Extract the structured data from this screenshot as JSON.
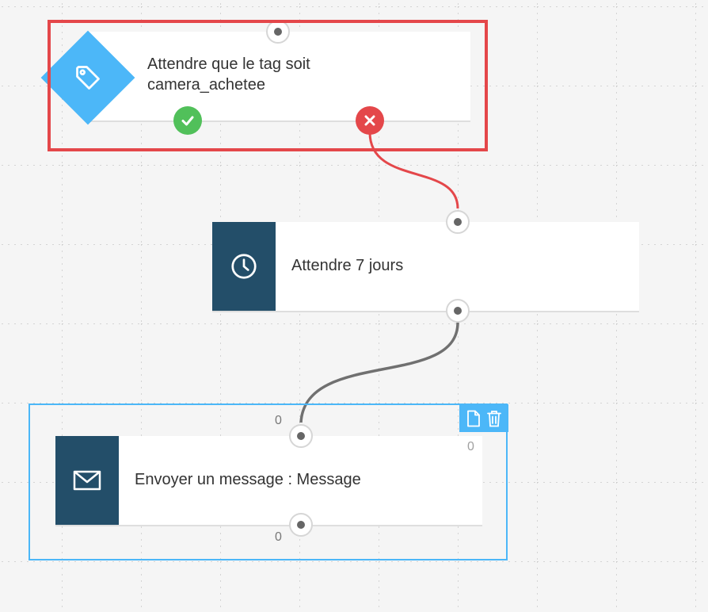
{
  "nodes": {
    "wait_tag": {
      "text": "Attendre que le tag soit camera_achetee",
      "icon": "tag-icon"
    },
    "wait_days": {
      "text": "Attendre 7 jours",
      "icon": "clock-icon"
    },
    "send_message": {
      "text": "Envoyer un message : Message",
      "icon": "envelope-icon",
      "count_in": "0",
      "count_out": "0",
      "count_side": "0"
    }
  },
  "connections": [
    {
      "from": "wait_tag.no",
      "to": "wait_days"
    },
    {
      "from": "wait_days",
      "to": "send_message"
    }
  ],
  "colors": {
    "background": "#f5f5f5",
    "diamond": "#4cb7f8",
    "icon_box": "#234e69",
    "highlight": "#e4474a",
    "selection": "#4cb7f8",
    "yes": "#51c05a",
    "no": "#e4474a",
    "connector_no": "#e4474a",
    "connector_default": "#707070"
  },
  "toolbar_icons": [
    "copy-icon",
    "trash-icon"
  ]
}
